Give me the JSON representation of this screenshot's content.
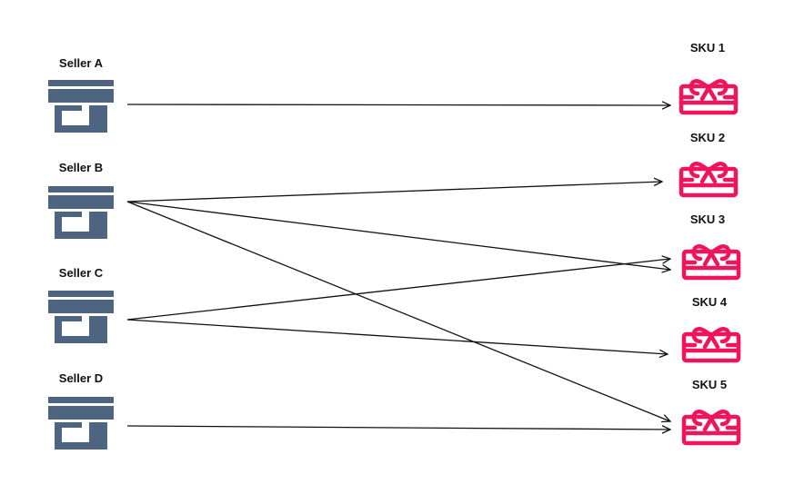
{
  "sellers": [
    {
      "id": "A",
      "label": "Seller A"
    },
    {
      "id": "B",
      "label": "Seller B"
    },
    {
      "id": "C",
      "label": "Seller C"
    },
    {
      "id": "D",
      "label": "Seller D"
    }
  ],
  "skus": [
    {
      "id": "1",
      "label": "SKU 1"
    },
    {
      "id": "2",
      "label": "SKU 2"
    },
    {
      "id": "3",
      "label": "SKU 3"
    },
    {
      "id": "4",
      "label": "SKU 4"
    },
    {
      "id": "5",
      "label": "SKU 5"
    }
  ],
  "connections": [
    {
      "from": "A",
      "to": "1"
    },
    {
      "from": "B",
      "to": "2"
    },
    {
      "from": "B",
      "to": "3"
    },
    {
      "from": "B",
      "to": "5"
    },
    {
      "from": "C",
      "to": "3"
    },
    {
      "from": "C",
      "to": "4"
    },
    {
      "from": "D",
      "to": "5"
    }
  ],
  "colors": {
    "store_icon": "#4d6580",
    "gift_icon": "#f0145a",
    "arrow": "#111111",
    "label": "#111111",
    "background": "#ffffff"
  },
  "icons": {
    "seller": "store-icon",
    "sku": "gift-box-icon"
  }
}
